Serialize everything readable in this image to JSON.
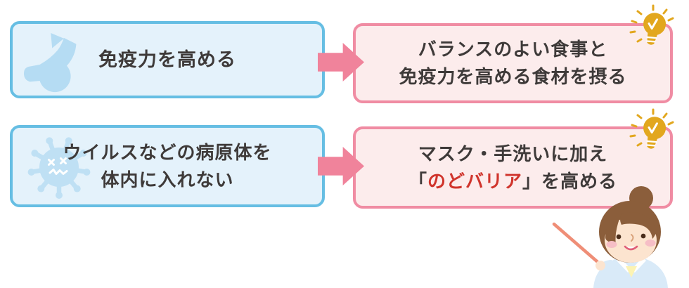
{
  "colors": {
    "blue_border": "#66BEE3",
    "blue_bg": "#E4F2FB",
    "icon_blue": "#B5DCF3",
    "virus_blue": "#BFE0F4",
    "pink_border": "#F08CA3",
    "pink_bg": "#FCECEC",
    "arrow_pink": "#F0839B",
    "text_dark": "#3E3A39",
    "highlight_red": "#D0342C",
    "bulb_gold": "#E2A71E",
    "stick_salmon": "#EF8E77",
    "hair_brown": "#8B5E3B",
    "skin": "#FCE4CF",
    "cheek_pink": "#F6BEC6",
    "shirt_blue": "#D9EAF8",
    "undershirt_yellow": "#FCF3B3"
  },
  "rows": [
    {
      "cause": {
        "icon": "muscle-arm-icon",
        "line1": "免疫力を高める"
      },
      "effect": {
        "icon": "lightbulb-icon",
        "line1": "バランスのよい食事と",
        "line2": "免疫力を高める食材を摂る"
      }
    },
    {
      "cause": {
        "icon": "virus-icon",
        "line1": "ウイルスなどの病原体を",
        "line2": "体内に入れない"
      },
      "effect": {
        "icon": "lightbulb-icon",
        "line1": "マスク・手洗いに加え",
        "line2_open": "「",
        "line2_highlight": "のどバリア",
        "line2_close": "」を高める"
      }
    }
  ],
  "decorations": {
    "arrow": "right-arrow-icon",
    "character": "teacher-pointing-character"
  }
}
